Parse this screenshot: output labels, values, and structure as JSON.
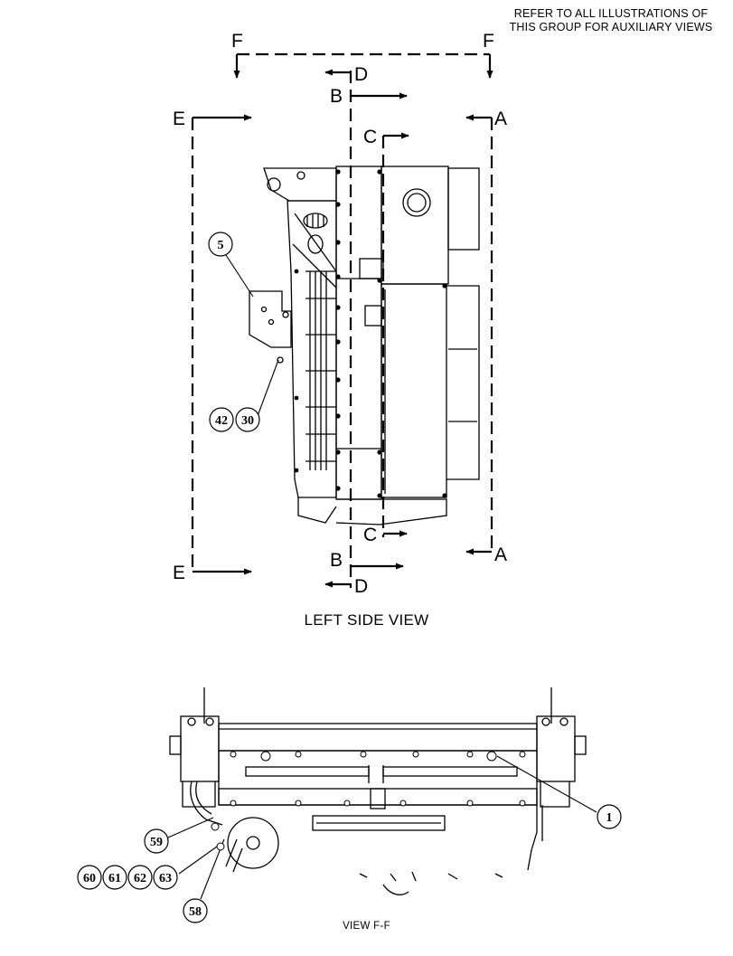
{
  "note": {
    "line1": "REFER TO ALL ILLUSTRATIONS OF",
    "line2": "THIS GROUP FOR AUXILIARY VIEWS"
  },
  "section_marks": {
    "A": "A",
    "B": "B",
    "C": "C",
    "D": "D",
    "E": "E",
    "F": "F"
  },
  "callouts": {
    "c1": "1",
    "c5": "5",
    "c30": "30",
    "c42": "42",
    "c58": "58",
    "c59": "59",
    "c60": "60",
    "c61": "61",
    "c62": "62",
    "c63": "63"
  },
  "captions": {
    "left_side_view": "LEFT SIDE VIEW",
    "view_ff": "VIEW F-F"
  }
}
